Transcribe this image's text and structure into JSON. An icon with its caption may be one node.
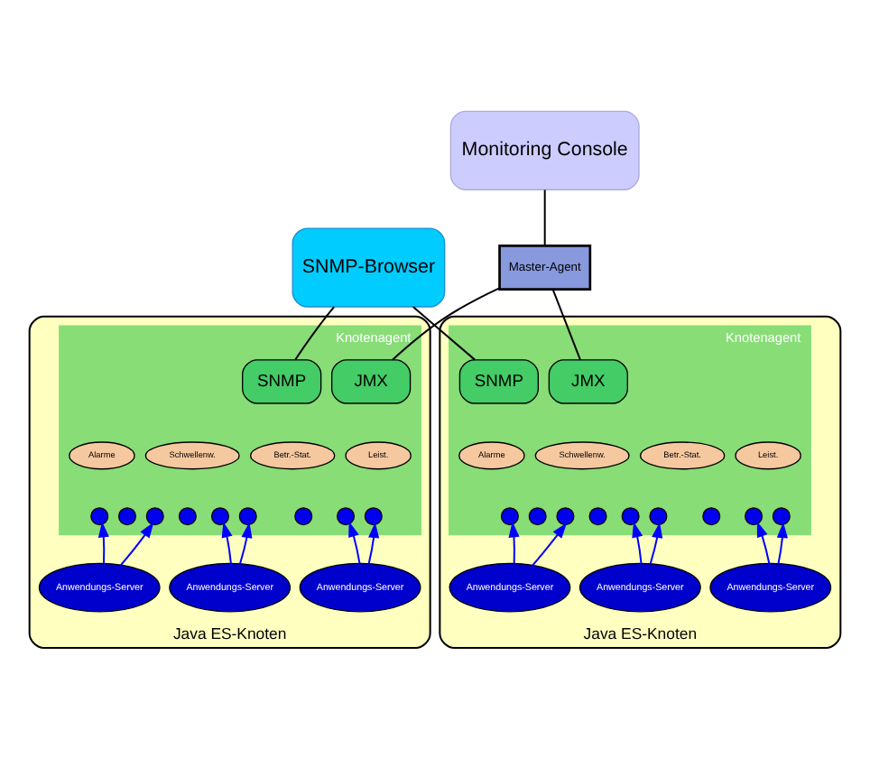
{
  "diagram": {
    "nodes": [
      {
        "text": [
          "SNMP-Browser"
        ]
      },
      {
        "text": [
          "Monitoring Console"
        ]
      },
      {
        "text": [
          "Master-Agent"
        ]
      },
      {
        "text": [
          "Java ES-Knoten"
        ]
      },
      {
        "text": [
          "Knotenagent"
        ],
        "in": 3
      },
      {
        "text": [
          "SNMP"
        ],
        "in": 4
      },
      {
        "text": [
          "JMX"
        ],
        "in": 4
      },
      {
        "text": [
          "Leist."
        ],
        "in": 4
      },
      {
        "text": [
          "Betr.-Stat."
        ],
        "in": 4
      },
      {
        "text": [
          "Schwellenw."
        ],
        "in": 4
      },
      {
        "text": [
          "Alarme"
        ],
        "in": 4
      },
      {
        "text": [],
        "shape": "circle",
        "in": 4
      },
      {
        "text": [],
        "shape": "circle",
        "in": 4
      },
      {
        "text": [],
        "shape": "circle",
        "in": 4
      },
      {
        "text": [],
        "shape": "circle",
        "in": 4
      },
      {
        "text": [],
        "shape": "circle",
        "in": 4
      },
      {
        "text": [],
        "shape": "circle",
        "in": 4
      },
      {
        "text": [],
        "shape": "circle",
        "in": 4
      },
      {
        "text": [],
        "shape": "circle",
        "in": 4
      },
      {
        "text": [],
        "shape": "circle",
        "in": 4
      },
      {
        "text": [
          "Anwendungs-Server"
        ],
        "in": 3
      },
      {
        "text": [
          "Anwendungs-Server"
        ],
        "in": 3
      },
      {
        "text": [
          "Anwendungs-Server"
        ],
        "in": 3
      },
      {
        "text": [
          "Java ES-Knoten"
        ]
      },
      {
        "text": [
          "Knotenagent"
        ],
        "in": 23
      },
      {
        "text": [
          "SNMP"
        ],
        "in": 24
      },
      {
        "text": [
          "JMX"
        ],
        "in": 24
      },
      {
        "text": [
          "Leist."
        ],
        "in": 24
      },
      {
        "text": [
          "Betr.-Stat."
        ],
        "in": 24
      },
      {
        "text": [
          "Schwellenw."
        ],
        "in": 24
      },
      {
        "text": [
          "Alarme"
        ],
        "in": 24
      },
      {
        "text": [],
        "shape": "circle",
        "in": 24
      },
      {
        "text": [],
        "shape": "circle",
        "in": 24
      },
      {
        "text": [],
        "shape": "circle",
        "in": 24
      },
      {
        "text": [],
        "shape": "circle",
        "in": 24
      },
      {
        "text": [],
        "shape": "circle",
        "in": 24
      },
      {
        "text": [],
        "shape": "circle",
        "in": 24
      },
      {
        "text": [],
        "shape": "circle",
        "in": 24
      },
      {
        "text": [],
        "shape": "circle",
        "in": 24
      },
      {
        "text": [],
        "shape": "circle",
        "in": 24
      },
      {
        "text": [
          "Anwendungs-Server"
        ],
        "in": 23
      },
      {
        "text": [
          "Anwendungs-Server"
        ],
        "in": 23
      },
      {
        "text": [
          "Anwendungs-Server"
        ],
        "in": 23
      }
    ],
    "edges": [
      {
        "from": 0,
        "to": 5,
        "arrow": "none",
        "color": "#000000"
      },
      {
        "from": 0,
        "to": 25,
        "arrow": "none",
        "color": "#000000"
      },
      {
        "from": 1,
        "to": 2,
        "arrow": "none",
        "color": "#000000"
      },
      {
        "from": 2,
        "to": 6,
        "arrow": "none",
        "color": "#000000"
      },
      {
        "from": 2,
        "to": 26,
        "arrow": "none",
        "color": "#000000"
      },
      {
        "from": 20,
        "to": 11,
        "arrow": "to"
      },
      {
        "from": 20,
        "to": 12,
        "arrow": "to"
      },
      {
        "from": 21,
        "to": 14,
        "arrow": "to"
      },
      {
        "from": 21,
        "to": 15,
        "arrow": "to"
      },
      {
        "from": 22,
        "to": 17,
        "arrow": "to"
      },
      {
        "from": 22,
        "to": 19,
        "arrow": "to"
      },
      {
        "from": 40,
        "to": 31,
        "arrow": "to"
      },
      {
        "from": 40,
        "to": 32,
        "arrow": "to"
      },
      {
        "from": 41,
        "to": 34,
        "arrow": "to"
      },
      {
        "from": 41,
        "to": 35,
        "arrow": "to"
      },
      {
        "from": 42,
        "to": 37,
        "arrow": "to"
      },
      {
        "from": 42,
        "to": 39,
        "arrow": "to"
      }
    ]
  }
}
